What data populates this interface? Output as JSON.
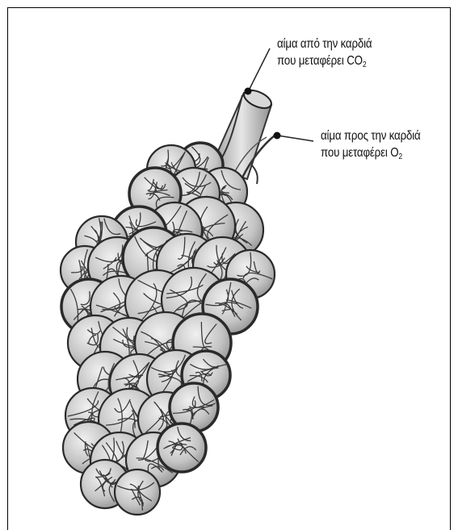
{
  "labels": {
    "blood_from_heart": {
      "line1": "αίμα από την καρδιά",
      "line2_text": "που μεταφέρει CO",
      "line2_sub": "2"
    },
    "blood_to_heart": {
      "line1": "αίμα προς την καρδιά",
      "line2_text": "που μεταφέρει O",
      "line2_sub": "2"
    }
  }
}
